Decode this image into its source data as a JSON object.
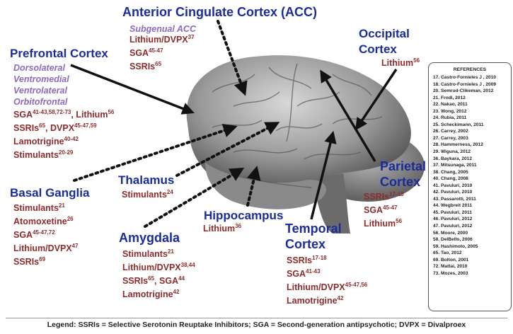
{
  "regions": {
    "acc": {
      "title": "Anterior Cingulate Cortex (ACC)",
      "sub": [
        "Subgenual ACC"
      ],
      "drugs": [
        [
          "Lithium/DVPX",
          "37"
        ],
        [
          "SGA",
          "45-47"
        ],
        [
          "SSRIs",
          "65"
        ]
      ]
    },
    "occipital": {
      "title1": "Occipital",
      "title2": "Cortex",
      "drugs": [
        [
          "Lithium",
          "56"
        ]
      ]
    },
    "prefrontal": {
      "title": "Prefrontal Cortex",
      "sub": [
        "Dorsolateral",
        "Ventromedial",
        "Ventrolateral",
        "Orbitofrontal"
      ],
      "line1": {
        "a": "SGA",
        "a_sup": "41-43,58,72-73",
        "b": ", Lithium",
        "b_sup": "56"
      },
      "line2": {
        "a": "SSRIs",
        "a_sup": "65",
        "b": ", DVPX",
        "b_sup": "45-47,59"
      },
      "drugs": [
        [
          "Lamotrigine",
          "40-42"
        ],
        [
          "Stimulants",
          "20-29"
        ]
      ]
    },
    "thalamus": {
      "title": "Thalamus",
      "drugs": [
        [
          "Stimulants",
          "24"
        ]
      ]
    },
    "basal": {
      "title": "Basal Ganglia",
      "drugs": [
        [
          "Stimulants",
          "21"
        ],
        [
          "Atomoxetine",
          "26"
        ],
        [
          "SGA",
          "45-47,72"
        ],
        [
          "Lithium/DVPX",
          "47"
        ],
        [
          "SSRIs",
          "69"
        ]
      ]
    },
    "hippocampus": {
      "title": "Hippocampus",
      "drugs": [
        [
          "Lithium",
          "36"
        ]
      ]
    },
    "amygdala": {
      "title": "Amygdala",
      "drugs": [
        [
          "Stimulants",
          "21"
        ],
        [
          "Lithium/DVPX",
          "38,44"
        ]
      ],
      "line3": {
        "a": "SSRIs",
        "a_sup": "65",
        "b": ", SGA",
        "b_sup": "44"
      },
      "drugs2": [
        [
          "Lamotrigine",
          "42"
        ]
      ]
    },
    "temporal": {
      "title1": "Temporal",
      "title2": "Cortex",
      "drugs": [
        [
          "SSRIs",
          "17-18"
        ],
        [
          "SGA",
          "41-43"
        ],
        [
          "Lithium/DVPX",
          "45-47,56"
        ],
        [
          "Lamotrigine",
          "42"
        ]
      ]
    },
    "parietal": {
      "title1": "Parietal",
      "title2": "Cortex",
      "drugs": [
        [
          "SSRIs",
          "17-18"
        ],
        [
          "SGA",
          "45-47"
        ],
        [
          "Lithium",
          "56"
        ]
      ]
    }
  },
  "references": {
    "title": "REFERENCES",
    "items": [
      "17. Castro-Fornieles J , 2010",
      "18. Castro-Fornieles J , 2009",
      "20. Semrud-Clikeman, 2012",
      "21. Frodl, 2012",
      "22. Nakao, 2011",
      "23. Wong, 2012",
      "24. Rubia, 2011",
      "25. Scheckimann, 2011",
      "26. Carrey, 2002",
      "27. Carrey, 2003",
      "28. Hammerness, 2012",
      "29. Wiguna, 2012",
      "36. Baykara, 2012",
      "37. Mitsunaga, 2011",
      "38. Chang, 2005",
      "40. Chang, 2008",
      "41. Pavuluri, 2010",
      "42. Pavuluri, 2010",
      "43. Passarotti, 2011",
      "44. Wegbreit 2011",
      "45. Pavuluri, 2011",
      "46. Pavuluri, 2012",
      "47. Pavuluri, 2012",
      "56. Moore, 2000",
      "58. DelBello, 2006",
      "59. Hashimoto, 2005",
      "65. Tao, 2012",
      "69. Bolton, 2001",
      "72. Mattai, 2010",
      "73. Mozes, 2003"
    ]
  },
  "legend": "Legend: SSRIs = Selective Serotonin Reuptake Inhibitors; SGA = Second-generation antipsychotic; DVPX = Divalproex"
}
